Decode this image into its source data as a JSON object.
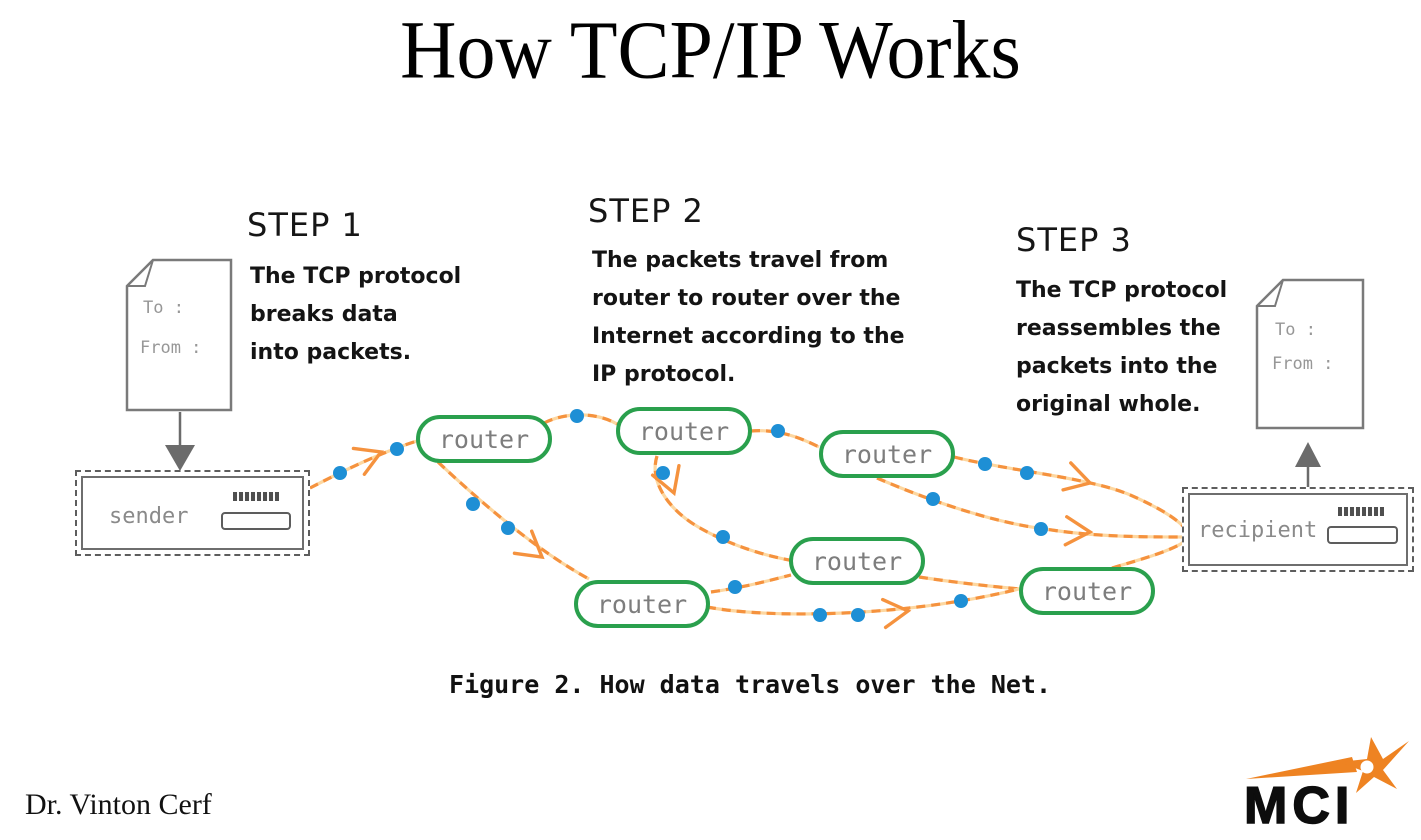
{
  "title": "How TCP/IP Works",
  "steps": [
    {
      "label": "STEP 1",
      "lines": [
        "The TCP protocol",
        "breaks data",
        "into packets."
      ]
    },
    {
      "label": "STEP 2",
      "lines": [
        "The packets travel from",
        "router to router over the",
        "Internet according to the",
        "IP protocol."
      ]
    },
    {
      "label": "STEP 3",
      "lines": [
        "The TCP protocol",
        "reassembles the",
        "packets into the",
        "original whole."
      ]
    }
  ],
  "document": {
    "to": "To :",
    "from": "From :"
  },
  "network": {
    "sender_label": "sender",
    "recipient_label": "recipient",
    "router_label": "router",
    "router_count": 6
  },
  "caption": "Figure 2. How data travels over the Net.",
  "footer": {
    "author": "Dr. Vinton Cerf",
    "logo_text": "MCI"
  },
  "icons": {
    "packet": "packet-dot",
    "arrowhead": "arrow-head-icon",
    "document": "document-page-icon",
    "logo_mark": "mci-star-swoosh-icon"
  },
  "colors": {
    "router_green": "#2aa04d",
    "path_orange": "#f5923e",
    "path_orange_light": "#fdd7a0",
    "packet_blue": "#1e8fd5",
    "box_gray": "#5d5d5d",
    "label_gray": "#8a8a8a",
    "logo_orange": "#ee8322"
  }
}
